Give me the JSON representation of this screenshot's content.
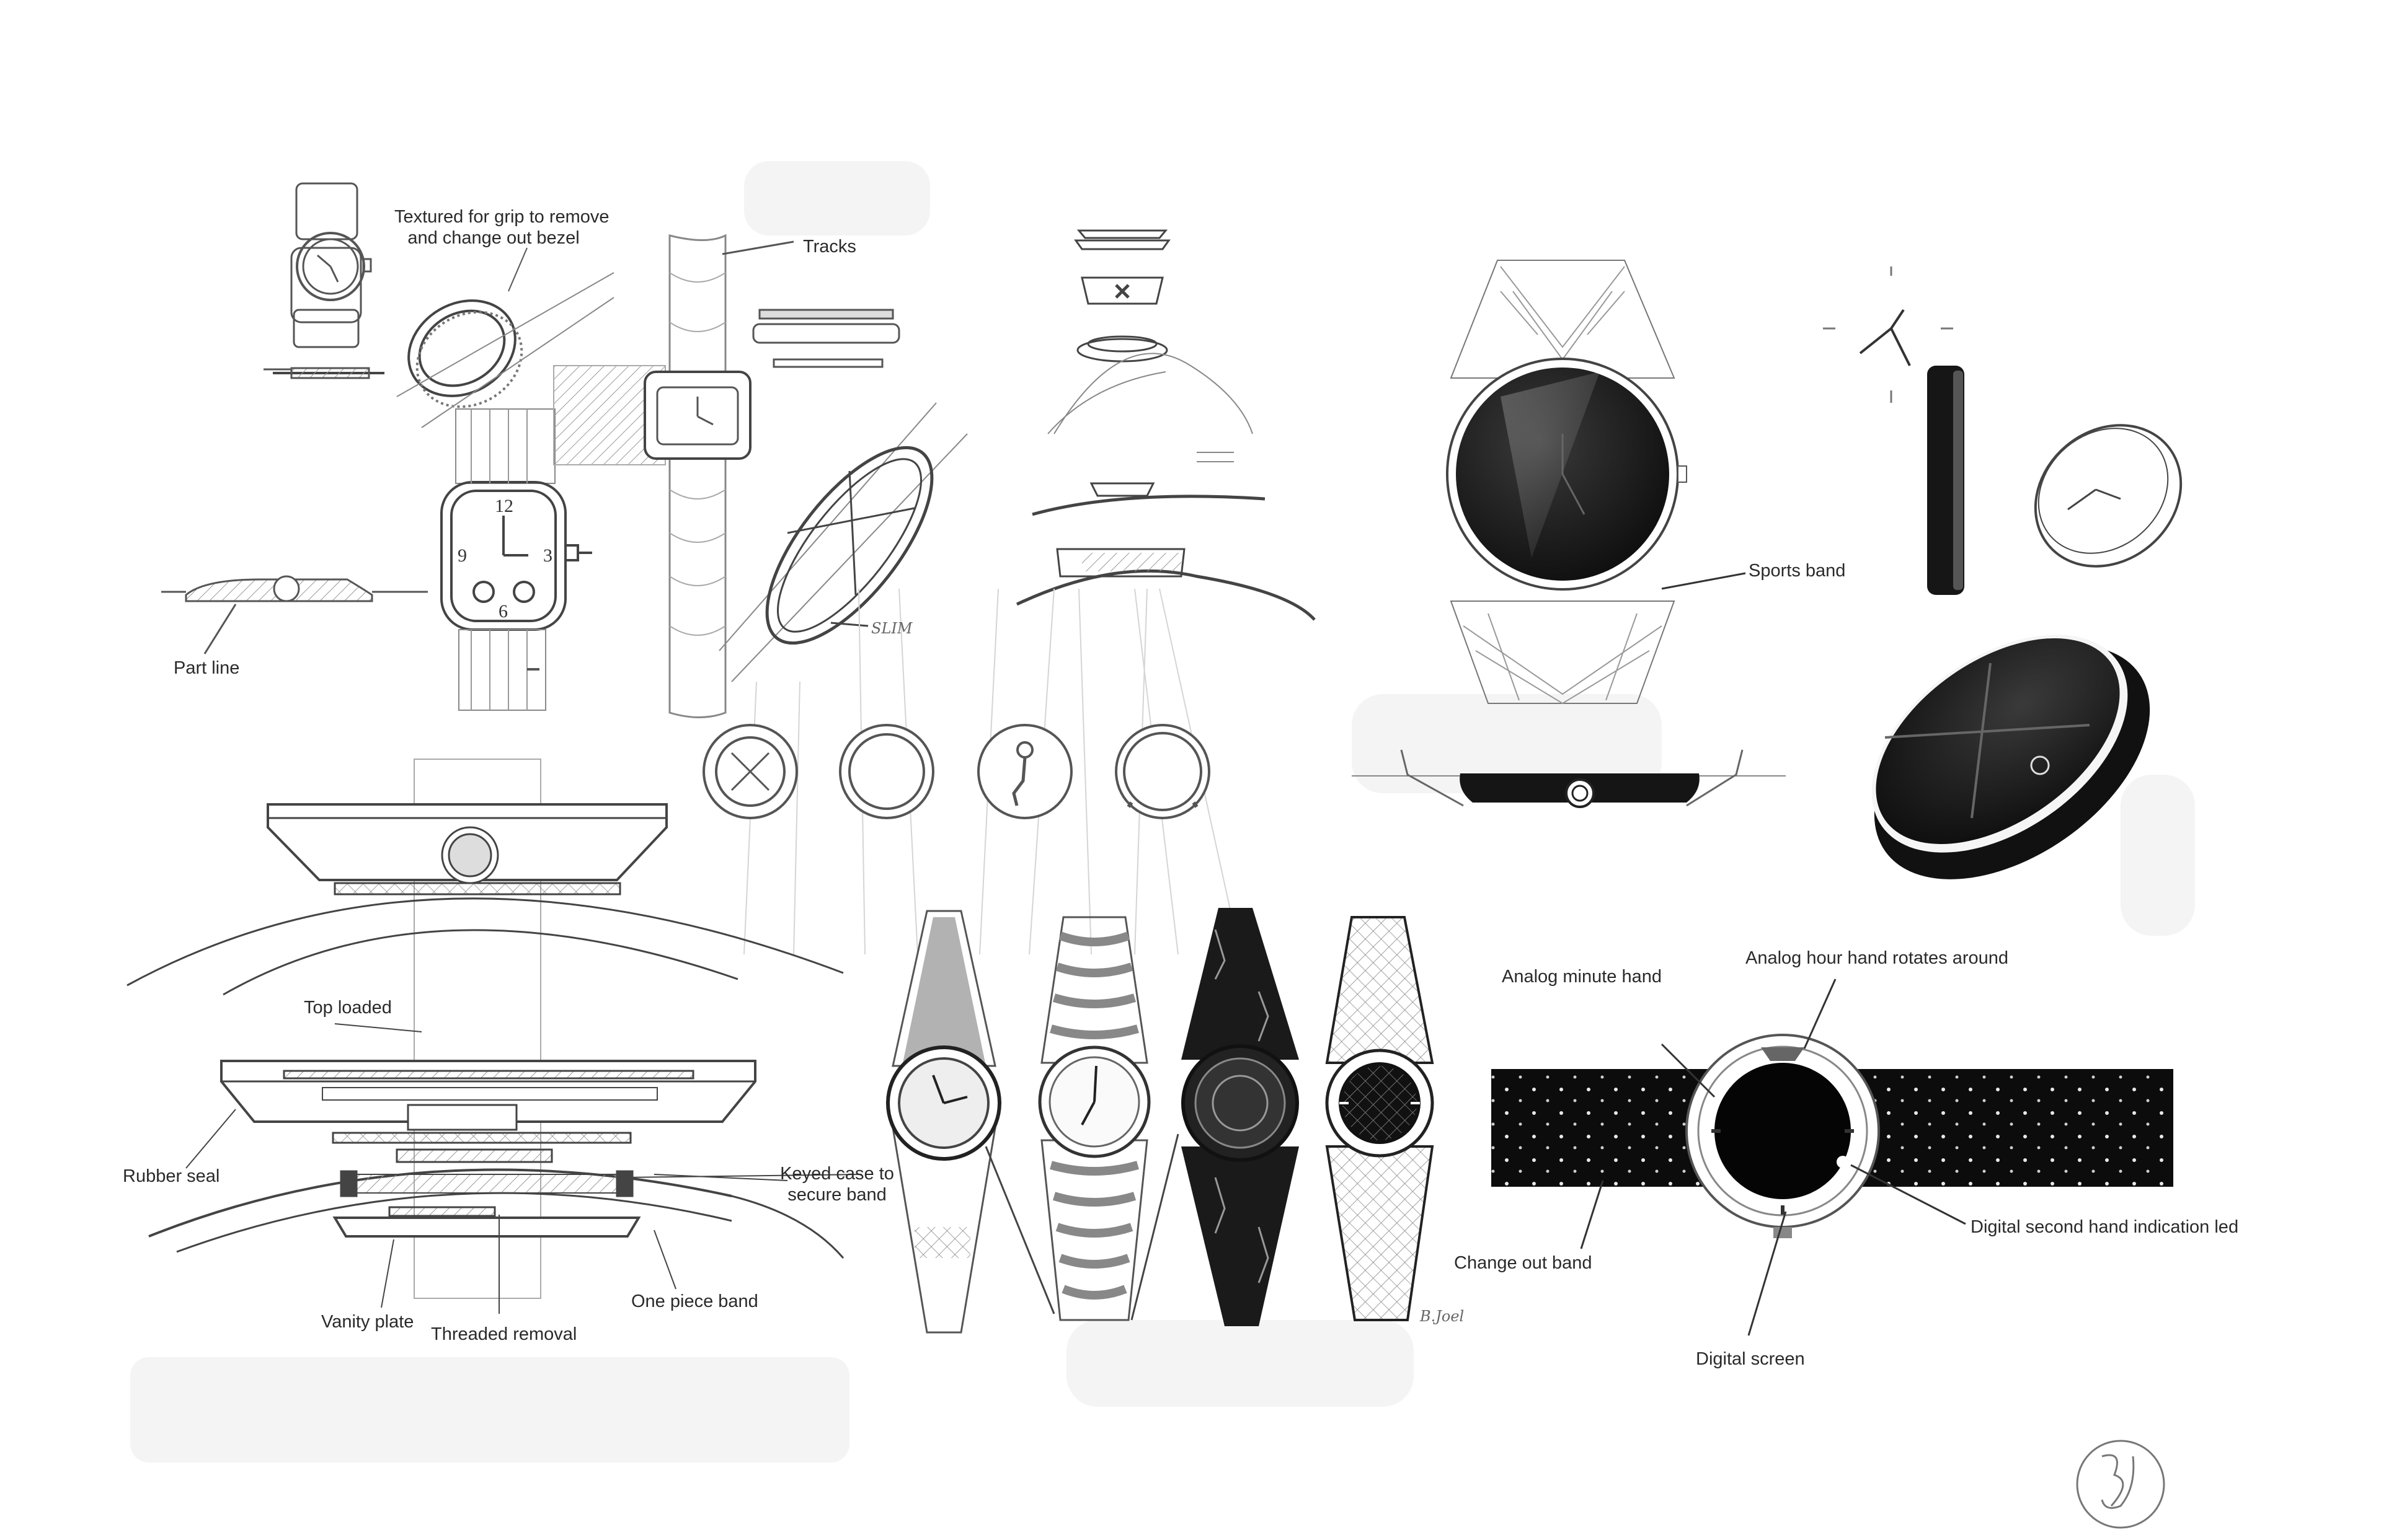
{
  "colors": {
    "ink": "#2a2a2a",
    "sketch": "#6a6a6a",
    "light": "#c8c8c8",
    "fill_dark": "#141414",
    "fill_mid": "#3a3a3a",
    "paper": "#ffffff"
  },
  "labels": {
    "bezel_grip_line1": "Textured for grip to remove",
    "bezel_grip_line2": "and change out bezel",
    "tracks": "Tracks",
    "part_line": "Part line",
    "slim": "SLIM",
    "sports_band": "Sports band",
    "top_loaded": "Top loaded",
    "rubber_seal": "Rubber seal",
    "keyed_case_line1": "Keyed case to",
    "keyed_case_line2": "secure band",
    "one_piece_band": "One piece band",
    "vanity_plate": "Vanity plate",
    "threaded_removal": "Threaded removal",
    "analog_minute_hand": "Analog minute hand",
    "analog_hour_hand": "Analog hour hand rotates around",
    "change_out_band": "Change out band",
    "digital_second_hand": "Digital second hand indication led",
    "digital_screen": "Digital screen"
  },
  "dial_numerals": [
    "12",
    "9",
    "3",
    "6"
  ],
  "signature": "B.Joel",
  "monogram": "BJ"
}
